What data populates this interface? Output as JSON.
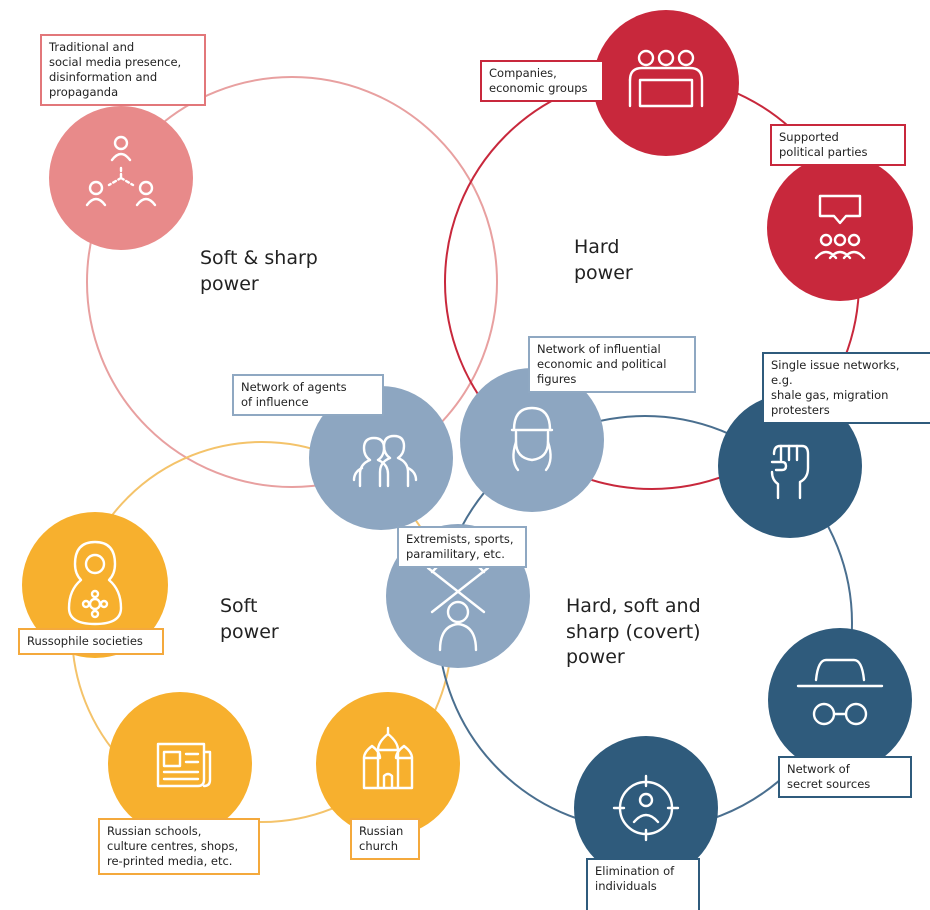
{
  "colors": {
    "soft_sharp": "#e88a8a",
    "hard": "#c8283c",
    "shared": "#8da6c1",
    "covert": "#2f5b7c",
    "soft": "#f7b02e"
  },
  "regions": {
    "soft_sharp": "Soft & sharp\npower",
    "hard": "Hard\npower",
    "soft": "Soft\npower",
    "covert": "Hard, soft and\nsharp (covert)\npower"
  },
  "nodes": [
    {
      "id": "media",
      "label": "Traditional and\nsocial media presence,\ndisinformation and\npropaganda",
      "icon": "network-people-icon",
      "color": "#e88a8a"
    },
    {
      "id": "companies",
      "label": "Companies,\neconomic groups",
      "icon": "boardroom-icon",
      "color": "#c8283c"
    },
    {
      "id": "parties",
      "label": "Supported\npolitical parties",
      "icon": "speech-group-icon",
      "color": "#c8283c"
    },
    {
      "id": "agents",
      "label": "Network of agents\nof influence",
      "icon": "crowd-icon",
      "color": "#8da6c1"
    },
    {
      "id": "influential",
      "label": "Network of influential\neconomic and political\nfigures",
      "icon": "ushanka-figure-icon",
      "color": "#8da6c1"
    },
    {
      "id": "single_issue",
      "label": "Single issue networks, e.g.\nshale gas, migration\nprotesters",
      "icon": "raised-fist-icon",
      "color": "#2f5b7c"
    },
    {
      "id": "extremists",
      "label": "Extremists, sports,\nparamilitary, etc.",
      "icon": "crossed-rifles-icon",
      "color": "#8da6c1"
    },
    {
      "id": "russophile",
      "label": "Russophile societies",
      "icon": "matryoshka-icon",
      "color": "#f7b02e"
    },
    {
      "id": "secret",
      "label": "Network of\nsecret sources",
      "icon": "spy-hat-icon",
      "color": "#2f5b7c"
    },
    {
      "id": "schools",
      "label": "Russian schools,\nculture centres, shops,\nre-printed media, etc.",
      "icon": "newspaper-icon",
      "color": "#f7b02e"
    },
    {
      "id": "church",
      "label": "Russian\nchurch",
      "icon": "onion-dome-church-icon",
      "color": "#f7b02e"
    },
    {
      "id": "elimination",
      "label": "Elimination of\nindividuals",
      "icon": "crosshair-person-icon",
      "color": "#2f5b7c"
    }
  ]
}
